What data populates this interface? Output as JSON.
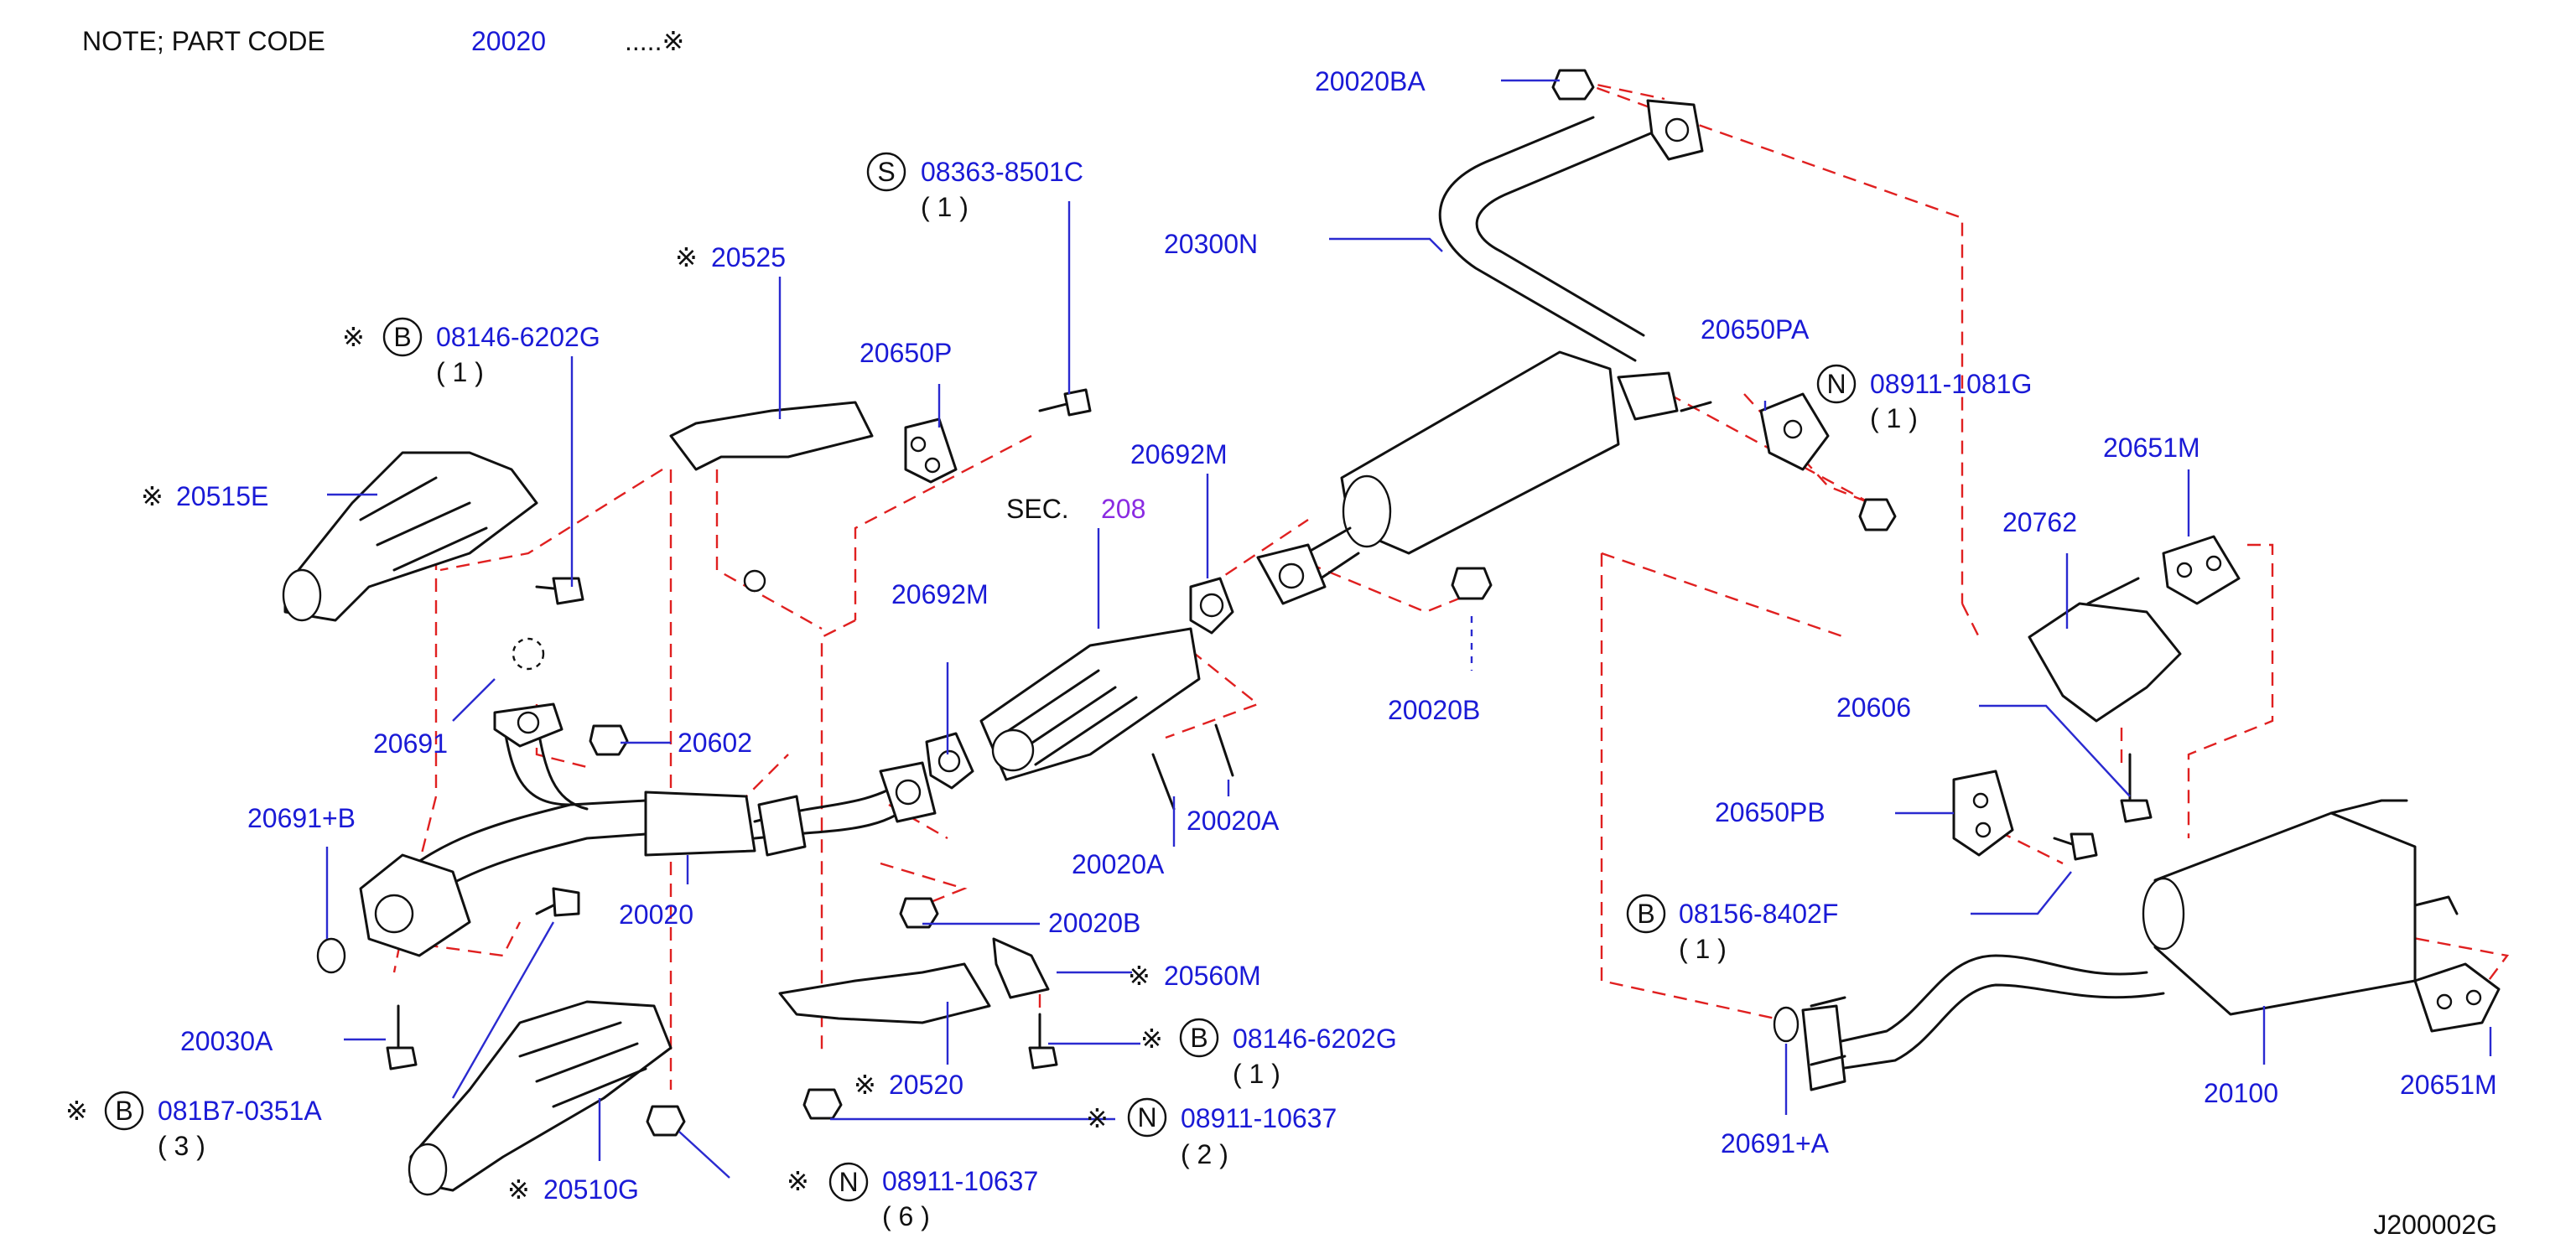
{
  "note": {
    "label": "NOTE;  PART  CODE",
    "code": "20020",
    "mark": ".....※"
  },
  "footer_code": "J200002G",
  "mark": "※",
  "sec": {
    "label": "SEC.",
    "number": "208"
  },
  "badges": {
    "S": "S",
    "B": "B",
    "N": "N"
  },
  "labels": {
    "p20020BA": "20020BA",
    "p08363": "08363-8501C",
    "p08363_qty": "( 1 )",
    "p20300N": "20300N",
    "p20525": "20525",
    "p20650P": "20650P",
    "p08146_top": "08146-6202G",
    "p08146_top_qty": "( 1 )",
    "p20650PA": "20650PA",
    "p08911_1081": "08911-1081G",
    "p08911_1081_qty": "( 1  )",
    "p20692M_a": "20692M",
    "p20651M_top": "20651M",
    "p20515E": "20515E",
    "p20762": "20762",
    "p20692M_b": "20692M",
    "p20020B_top": "20020B",
    "p20691": "20691",
    "p20602": "20602",
    "p20606": "20606",
    "p20691B": "20691+B",
    "p20650PB": "20650PB",
    "p20020A_r": "20020A",
    "p20020A_l": "20020A",
    "p20020": "20020",
    "p08156": "08156-8402F",
    "p08156_qty": "( 1 )",
    "p20020B_bot": "20020B",
    "p20560M": "20560M",
    "p20030A": "20030A",
    "p08146_bot": "08146-6202G",
    "p08146_bot_qty": "( 1 )",
    "p20520": "20520",
    "p20100": "20100",
    "p20651M_bot": "20651M",
    "p081B7": "081B7-0351A",
    "p081B7_qty": "( 3 )",
    "p08911_10637_a": "08911-10637",
    "p08911_10637_a_qty": "( 2   )",
    "p20691A": "20691+A",
    "p20510G": "20510G",
    "p08911_10637_b": "08911-10637",
    "p08911_10637_b_qty": "( 6   )"
  }
}
